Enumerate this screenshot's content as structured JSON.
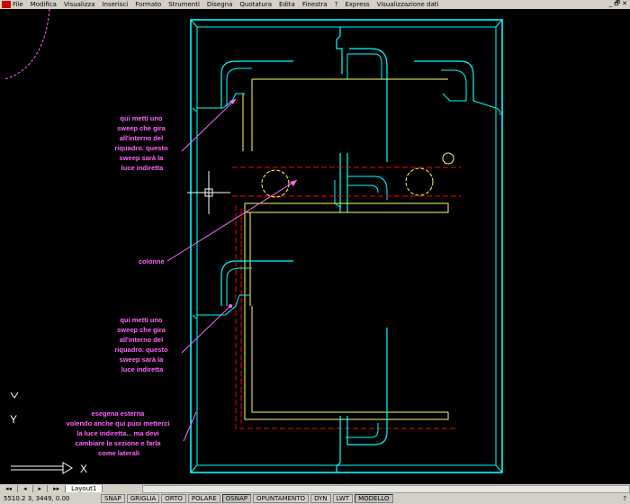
{
  "menu": [
    "File",
    "Modifica",
    "Visualizza",
    "Inserisci",
    "Formato",
    "Strumenti",
    "Disegna",
    "Quotatura",
    "Edita",
    "Finestra",
    "?",
    "Express",
    "Visualizzazione dati"
  ],
  "window_controls": "_ 🗗 ✕",
  "layout_tabs": [
    "◂◂",
    "◂",
    "▸",
    "▸▸",
    "Layout1"
  ],
  "status": {
    "coordinates": "5510.2 3, 3449, 0.00",
    "toggles": [
      {
        "label": "SNAP",
        "on": false
      },
      {
        "label": "GRIGLIA",
        "on": false
      },
      {
        "label": "ORTO",
        "on": false
      },
      {
        "label": "POLARE",
        "on": false
      },
      {
        "label": "OSNAP",
        "on": true
      },
      {
        "label": "OPUNTAMENTO",
        "on": false
      },
      {
        "label": "DYN",
        "on": false
      },
      {
        "label": "LWT",
        "on": false
      },
      {
        "label": "MODELLO",
        "on": true
      }
    ],
    "right": "?"
  },
  "annotations": {
    "note1": [
      "qui metti uno",
      "sweep che gira",
      "all'interno del",
      "riquadro. questo",
      "sweep sarà la",
      "luce indiretta"
    ],
    "note2": "colonne",
    "note3": [
      "qui metti uno",
      "sweep che gira",
      "all'interno del",
      "riquadro. questo",
      "sweep sarà la",
      "luce indiretta"
    ],
    "note4": [
      "esegena esterna",
      "volendo anche qui puoi metterci",
      "la luce indiretta... ma devi",
      "cambiare la sezione e farla",
      "come laterali"
    ]
  },
  "ucs": {
    "x": "X",
    "y": "Y"
  },
  "colors": {
    "cyan": "#00ffff",
    "yellow": "#ffff66",
    "red": "#ff0000",
    "magenta": "#ff66ff",
    "canvas": "#000000"
  }
}
